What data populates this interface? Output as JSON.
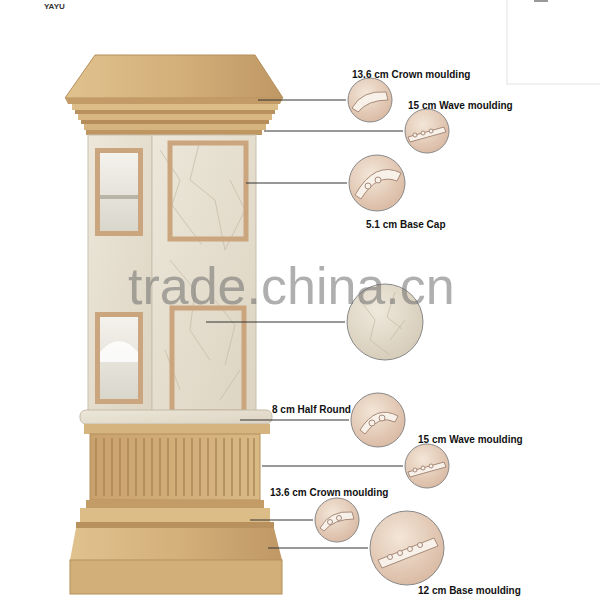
{
  "diagram": {
    "labels": [
      "YAYU",
      "13.6 cm Crown moulding",
      "15 cm Wave moulding",
      "5.1 cm Base Cap",
      "trade.china.cn",
      "8 cm Half Round",
      "15 cm Wave moulding",
      "13.6 cm Crown moulding",
      "12 cm Base moulding"
    ]
  }
}
